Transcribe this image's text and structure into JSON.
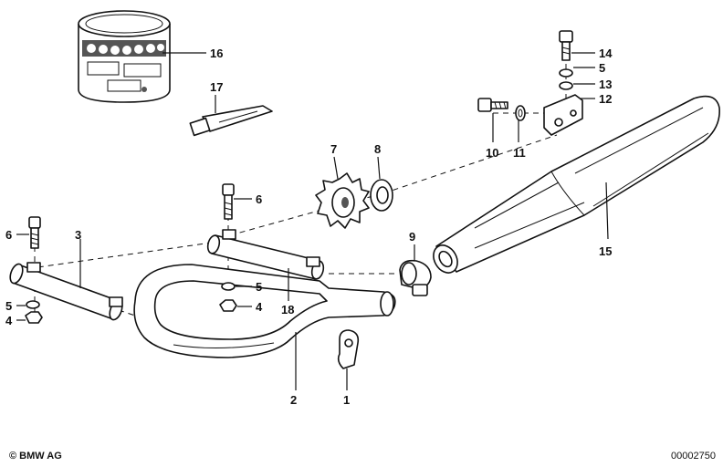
{
  "callouts": {
    "c1": "1",
    "c2": "2",
    "c3": "3",
    "c4a": "4",
    "c4b": "4",
    "c5a": "5",
    "c5b": "5",
    "c5c": "5",
    "c6a": "6",
    "c6b": "6",
    "c7": "7",
    "c8": "8",
    "c9": "9",
    "c10": "10",
    "c11": "11",
    "c12": "12",
    "c13": "13",
    "c14": "14",
    "c15": "15",
    "c16": "16",
    "c17": "17",
    "c18": "18"
  },
  "footer": {
    "copyright": "© BMW AG",
    "doc_number": "00002750"
  },
  "colors": {
    "ink": "#111111",
    "background": "#ffffff"
  }
}
